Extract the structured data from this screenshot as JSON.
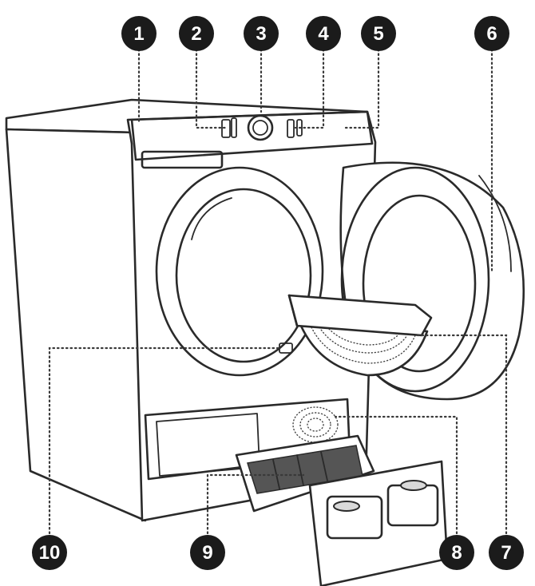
{
  "callouts": [
    {
      "id": "callout-1",
      "number": "1"
    },
    {
      "id": "callout-2",
      "number": "2"
    },
    {
      "id": "callout-3",
      "number": "3"
    },
    {
      "id": "callout-4",
      "number": "4"
    },
    {
      "id": "callout-5",
      "number": "5"
    },
    {
      "id": "callout-6",
      "number": "6"
    },
    {
      "id": "callout-7",
      "number": "7"
    },
    {
      "id": "callout-8",
      "number": "8"
    },
    {
      "id": "callout-9",
      "number": "9"
    },
    {
      "id": "callout-10",
      "number": "10"
    }
  ],
  "colors": {
    "badge": "#1b1b1b",
    "line": "#2a2a2a",
    "background": "#ffffff"
  }
}
